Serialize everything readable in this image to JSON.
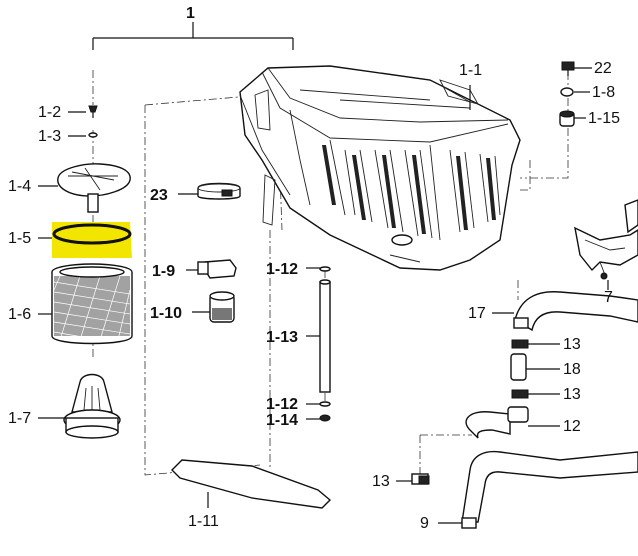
{
  "diagram": {
    "assembly_label": "1",
    "highlight_color": "#f2e600",
    "callouts": {
      "c1_1": "1-1",
      "c1_2": "1-2",
      "c1_3": "1-3",
      "c1_4": "1-4",
      "c1_5": "1-5",
      "c1_6": "1-6",
      "c1_7": "1-7",
      "c1_8": "1-8",
      "c1_9": "1-9",
      "c1_10": "1-10",
      "c1_11": "1-11",
      "c1_12a": "1-12",
      "c1_12b": "1-12",
      "c1_13": "1-13",
      "c1_14": "1-14",
      "c1_15": "1-15",
      "c22": "22",
      "c23": "23",
      "c7": "7",
      "c17": "17",
      "c13a": "13",
      "c18": "18",
      "c13b": "13",
      "c12": "12",
      "c13c": "13",
      "c9": "9"
    }
  }
}
